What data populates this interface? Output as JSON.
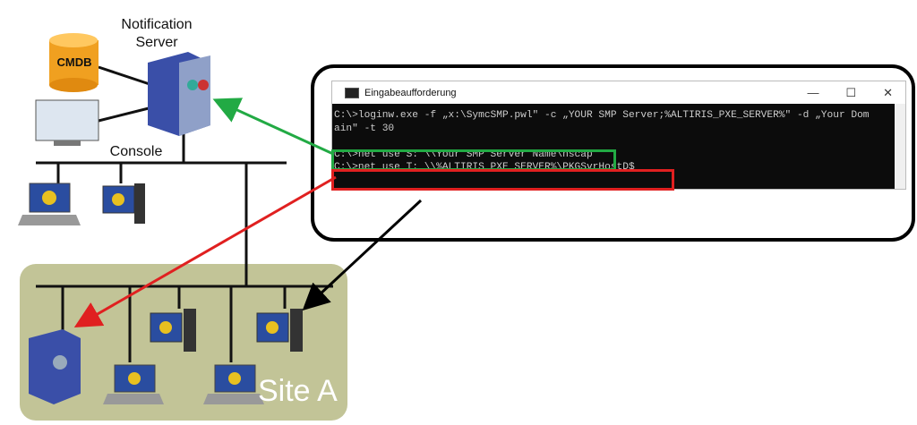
{
  "labels": {
    "notification_server": "Notification Server",
    "console": "Console",
    "cmdb": "CMDB",
    "site": "Site A"
  },
  "cmd": {
    "title": "Eingabeaufforderung",
    "controls": [
      "—",
      "☐",
      "✕"
    ],
    "lines": [
      "C:\\>loginw.exe -f „x:\\SymcSMP.pwl\" -c „YOUR SMP Server;%ALTIRIS_PXE_SERVER%\" -d „Your Dom",
      "ain\" -t 30",
      "",
      "C:\\>net use S: \\\\Your SMP Server Name\\nscap",
      "C:\\>net use T: \\\\%ALTIRIS_PXE_SERVER%\\PKGSvrHostD$_"
    ]
  },
  "colors": {
    "green": "#22aa44",
    "red": "#e02020",
    "site_bg": "#c2c497"
  }
}
